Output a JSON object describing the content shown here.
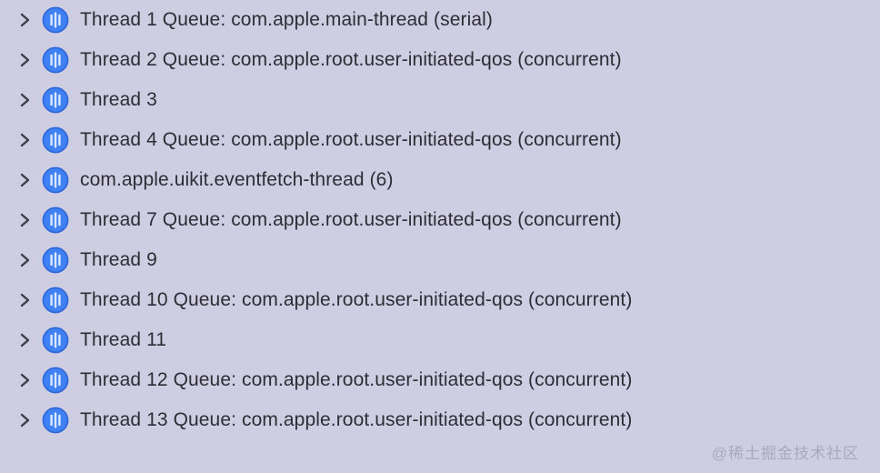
{
  "colors": {
    "bg": "#cfcde1",
    "text": "#2e2d36",
    "chevron": "#3e3d48",
    "icon-fill": "#3f80f4",
    "icon-border": "#2c66d6",
    "icon-lines": "#d9e6fd",
    "watermark": "#a5a2b6"
  },
  "icons": {
    "disclosure": "chevron-right-icon",
    "thread": "thread-icon"
  },
  "threads": [
    {
      "label": "Thread 1 Queue: com.apple.main-thread (serial)"
    },
    {
      "label": "Thread 2 Queue: com.apple.root.user-initiated-qos (concurrent)"
    },
    {
      "label": "Thread 3"
    },
    {
      "label": "Thread 4 Queue: com.apple.root.user-initiated-qos (concurrent)"
    },
    {
      "label": "com.apple.uikit.eventfetch-thread (6)"
    },
    {
      "label": "Thread 7 Queue: com.apple.root.user-initiated-qos (concurrent)"
    },
    {
      "label": "Thread 9"
    },
    {
      "label": "Thread 10 Queue: com.apple.root.user-initiated-qos (concurrent)"
    },
    {
      "label": "Thread 11"
    },
    {
      "label": "Thread 12 Queue: com.apple.root.user-initiated-qos (concurrent)"
    },
    {
      "label": "Thread 13 Queue: com.apple.root.user-initiated-qos (concurrent)"
    }
  ],
  "watermark": {
    "text": "@稀土掘金技术社区"
  }
}
